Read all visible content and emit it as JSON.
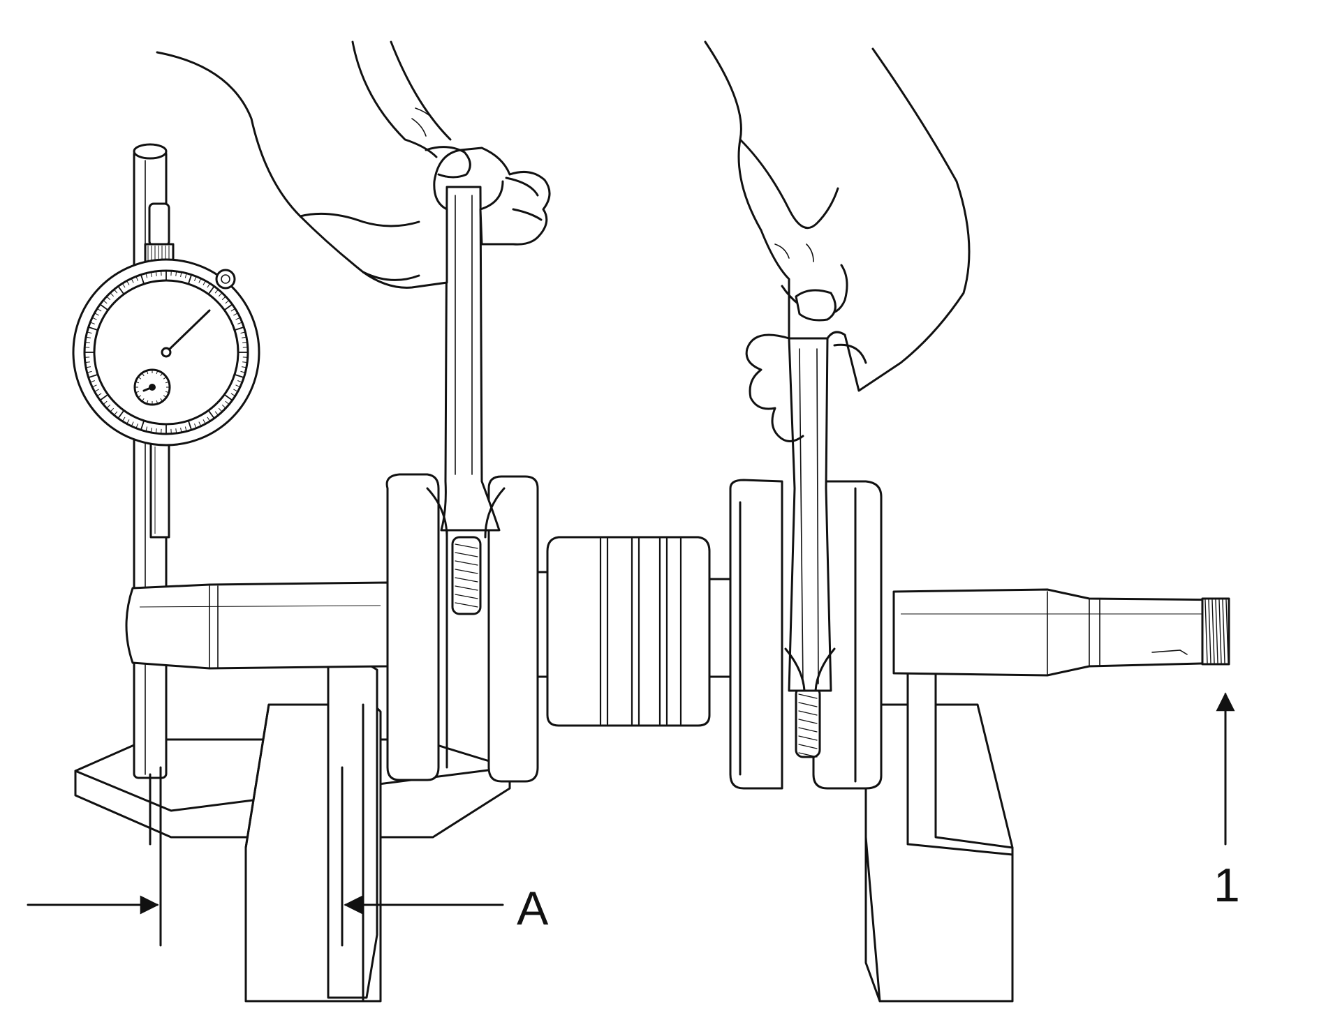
{
  "labels": {
    "dimension": "A",
    "callout": "1"
  },
  "dial_gauge": {
    "tick_count": 100,
    "inner_tick_count": 20
  },
  "colors": {
    "ink": "#111111",
    "paper": "#ffffff"
  }
}
